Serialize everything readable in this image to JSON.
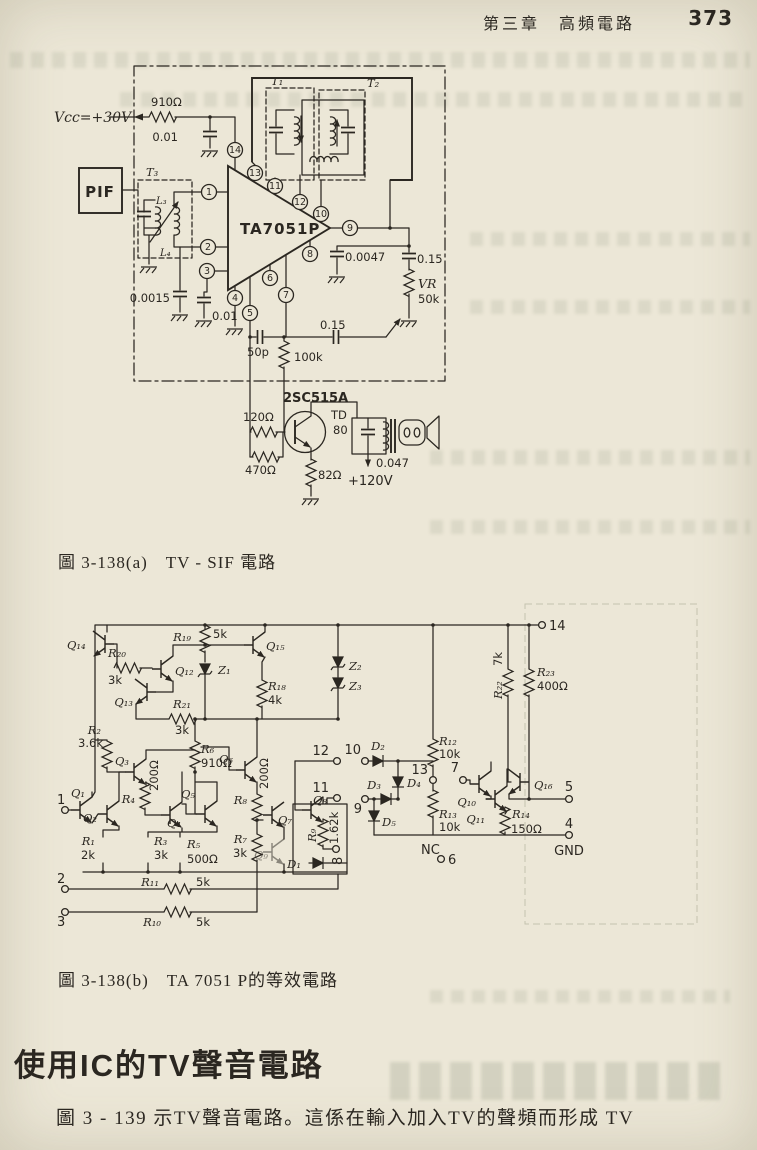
{
  "page": {
    "header": {
      "chapter_title": "第三章　高頻電路",
      "page_number": "373"
    },
    "section_heading": "使用IC的TV聲音電路",
    "body_text": "圖 3 - 139 示TV聲音電路。這係在輸入加入TV的聲頻而形成 TV",
    "colors": {
      "paper": "#ece7d7",
      "ink": "#2b2721"
    }
  },
  "figure_a": {
    "caption": "圖 3-138(a)　TV - SIF 電路",
    "labels": {
      "vcc": "Vcc=+30V",
      "r910": "910Ω",
      "c01a": "0.01",
      "pif": "PIF",
      "t3": "T₃",
      "l3": "L₃",
      "l4": "L₄",
      "t1": "T₁",
      "t2": "T₂",
      "ic": "TA7051P",
      "c0015": "0.0015",
      "c01b": "0.01",
      "c0047": "0.0047",
      "c015a": "0.15",
      "c015b": "0.15",
      "c50p": "50p",
      "r100k": "100k",
      "vr": "VR",
      "vr_val": "50k",
      "transistor": "2SC515A",
      "r120": "120Ω",
      "r470": "470Ω",
      "r82": "82Ω",
      "td": "TD",
      "td_val": "80",
      "c047": "0.047",
      "v120": "+120V"
    },
    "pins": {
      "p1": "1",
      "p2": "2",
      "p3": "3",
      "p4": "4",
      "p5": "5",
      "p6": "6",
      "p7": "7",
      "p8": "8",
      "p9": "9",
      "p10": "10",
      "p11": "11",
      "p12": "12",
      "p13": "13",
      "p14": "14"
    }
  },
  "figure_b": {
    "caption": "圖 3-138(b)　TA 7051 P的等效電路",
    "labels": {
      "q1": "Q₁",
      "q2": "Q₂",
      "q3": "Q₃",
      "q4": "Q₄",
      "q5": "Q₅",
      "q6": "Q₆",
      "q7": "Q₇",
      "q8": "Q₈",
      "q9": "Q₉",
      "q10": "Q₁₀",
      "q11": "Q₁₁",
      "q12": "Q₁₂",
      "q13": "Q₁₃",
      "q14": "Q₁₄",
      "q15": "Q₁₅",
      "q16": "Q₁₆",
      "r1": "R₁",
      "r1v": "2k",
      "r2": "R₂",
      "r2v": "3.6k",
      "r3": "R₃",
      "r3v": "3k",
      "r4": "R₄",
      "r4v": "200Ω",
      "r5": "R₅",
      "r5v": "500Ω",
      "r6": "R₆",
      "r6v": "910Ω",
      "r7": "R₇",
      "r7v": "3k",
      "r8": "R₈",
      "r8v": "200Ω",
      "r9": "R₉",
      "r9v": "1.62k",
      "r10": "R₁₀",
      "r10v": "5k",
      "r11": "R₁₁",
      "r11v": "5k",
      "r12": "R₁₂",
      "r12v": "10k",
      "r13": "R₁₃",
      "r13v": "10k",
      "r14": "R₁₄",
      "r14v": "150Ω",
      "r18": "R₁₈",
      "r18v": "4k",
      "r19": "R₁₉",
      "r19v": "5k",
      "r20": "R₂₀",
      "r20v": "3k",
      "r21": "R₂₁",
      "r21v": "3k",
      "r22": "R₂₂",
      "r22v": "7k",
      "r23": "R₂₃",
      "r23v": "400Ω",
      "z1": "Z₁",
      "z2": "Z₂",
      "z3": "Z₃",
      "d1": "D₁",
      "d2": "D₂",
      "d3": "D₃",
      "d4": "D₄",
      "d5": "D₅"
    },
    "pins": {
      "p1": "1",
      "p2": "2",
      "p3": "3",
      "p4": "4",
      "p5": "5",
      "p6": "6",
      "p7": "7",
      "p8": "8",
      "p9": "9",
      "p10": "10",
      "p11": "11",
      "p12": "12",
      "p13": "13",
      "p14": "14",
      "nc": "NC",
      "gnd": "GND"
    }
  }
}
